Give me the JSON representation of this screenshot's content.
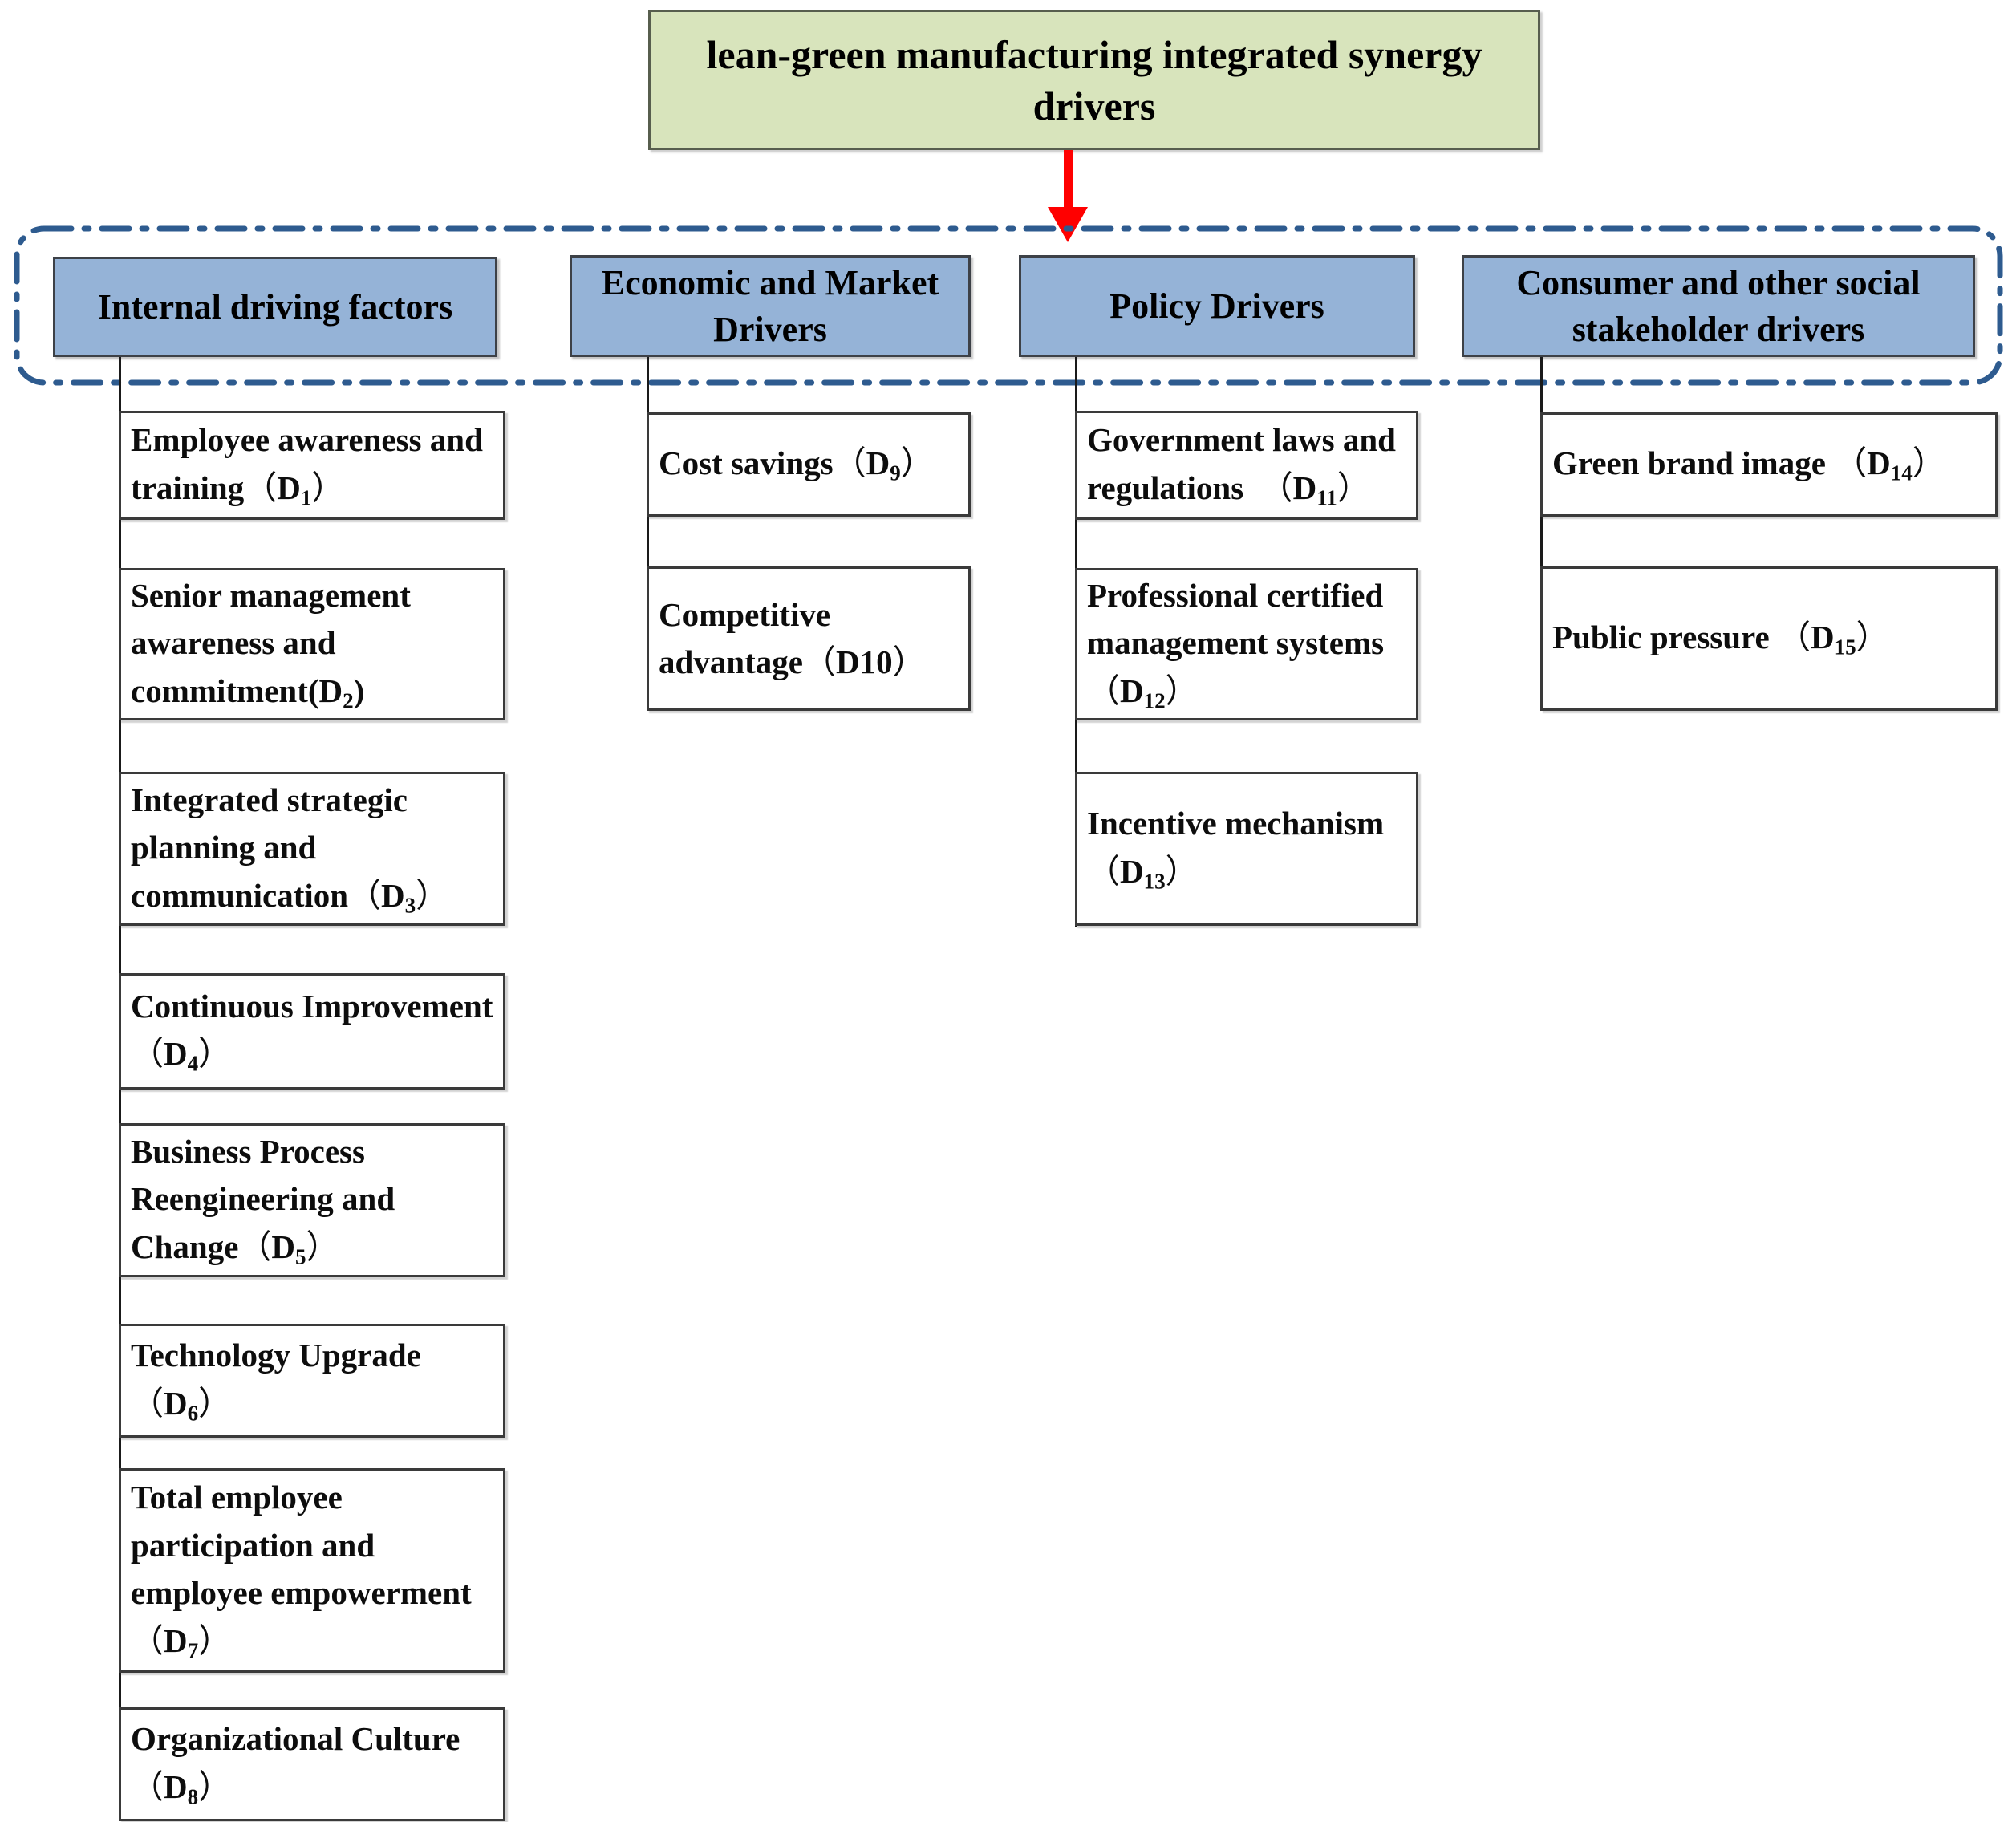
{
  "root": {
    "label": "lean-green manufacturing integrated synergy drivers"
  },
  "arrow": {
    "name": "red-down-arrow",
    "color": "#ff0000"
  },
  "colors": {
    "root_fill": "#d8e4bc",
    "category_fill": "#95b3d7",
    "leaf_fill": "#ffffff",
    "band_border": "#2e5b8f",
    "box_border": "#3a3a3a"
  },
  "categories": [
    {
      "id": "internal",
      "label": "Internal driving factors",
      "items": [
        {
          "code": "D1",
          "text": "Employee awareness and training",
          "code_display": "D",
          "sub": "1",
          "paren": "full"
        },
        {
          "code": "D2",
          "text": "Senior management awareness and commitment",
          "code_display": "D",
          "sub": "2",
          "paren": "ascii-joined"
        },
        {
          "code": "D3",
          "text": "Integrated strategic planning and communication",
          "code_display": "D",
          "sub": "3",
          "paren": "full"
        },
        {
          "code": "D4",
          "text": "Continuous Improvement",
          "code_display": "D",
          "sub": "4",
          "paren": "full"
        },
        {
          "code": "D5",
          "text": "Business Process Reengineering and Change",
          "code_display": "D",
          "sub": "5",
          "paren": "full"
        },
        {
          "code": "D6",
          "text": "Technology Upgrade",
          "code_display": "D",
          "sub": "6",
          "paren": "full"
        },
        {
          "code": "D7",
          "text": "Total employee participation and employee empowerment",
          "code_display": "D",
          "sub": "7",
          "paren": "full"
        },
        {
          "code": "D8",
          "text": "Organizational Culture",
          "code_display": "D",
          "sub": "8",
          "paren": "full"
        }
      ]
    },
    {
      "id": "economic",
      "label": "Economic and Market Drivers",
      "items": [
        {
          "code": "D9",
          "text": "Cost savings",
          "code_display": "D",
          "sub": "9",
          "paren": "full"
        },
        {
          "code": "D10",
          "text": "Competitive advantage",
          "code_display": "D10",
          "sub": "",
          "paren": "full"
        }
      ]
    },
    {
      "id": "policy",
      "label": "Policy Drivers",
      "items": [
        {
          "code": "D11",
          "text": "Government laws and regulations",
          "code_display": "D",
          "sub": "11",
          "paren": "full"
        },
        {
          "code": "D12",
          "text": "Professional certified management systems",
          "code_display": "D",
          "sub": "12",
          "paren": "full"
        },
        {
          "code": "D13",
          "text": "Incentive mechanism",
          "code_display": "D",
          "sub": "13",
          "paren": "full"
        }
      ]
    },
    {
      "id": "consumer",
      "label": "Consumer and other social stakeholder drivers",
      "items": [
        {
          "code": "D14",
          "text": "Green brand image",
          "code_display": "D",
          "sub": "14",
          "paren": "full"
        },
        {
          "code": "D15",
          "text": "Public pressure",
          "code_display": "D",
          "sub": "15",
          "paren": "full"
        }
      ]
    }
  ],
  "leaf_labels": {
    "D1": "Employee awareness and training\u0000（D1）",
    "D2": "Senior management awareness and commitment(D2)",
    "D3": "Integrated strategic planning and communication（D3）",
    "D4": "Continuous Improvement（D4）",
    "D5": "Business Process Reengineering and Change（D5）",
    "D6": "Technology Upgrade（D6）",
    "D7": "Total employee participation and employee empowerment（D7）",
    "D8": "Organizational Culture（D8）",
    "D9": "Cost savings（D9）",
    "D10": "Competitive advantage（D10）",
    "D11": "Government laws and regulations（D11）",
    "D12": "Professional certified management systems（D12）",
    "D13": "Incentive mechanism（D13）",
    "D14": "Green brand image（D14）",
    "D15": "Public pressure（D15）"
  }
}
